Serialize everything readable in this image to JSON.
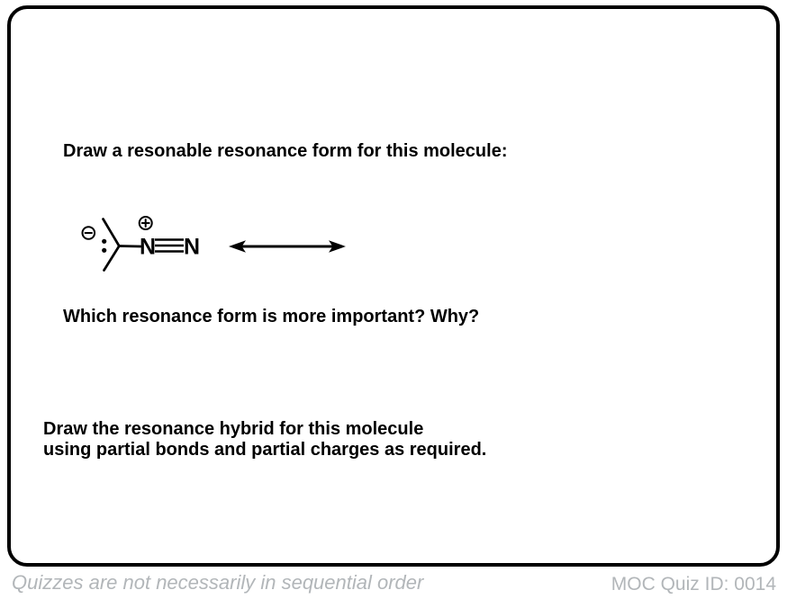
{
  "questions": {
    "draw_form": "Draw a resonable resonance form for this molecule:",
    "more_important": "Which resonance form is more important? Why?",
    "hybrid_line1": "Draw the resonance hybrid for this molecule",
    "hybrid_line2": "using partial bonds and partial charges as required."
  },
  "molecule": {
    "atom1": "N",
    "atom2": "N",
    "negative_charge_symbol": "⊖",
    "positive_charge_symbol": "⊕",
    "lone_pair_dots": 2,
    "nn_bond": "triple",
    "arrow": "resonance-double-headed"
  },
  "footer": {
    "note": "Quizzes are not necessarily in sequential order",
    "quiz_id": "MOC Quiz ID: 0014"
  },
  "colors": {
    "background": "#ffffff",
    "border": "#000000",
    "text": "#000000",
    "footer_text": "#b2b6b9"
  }
}
